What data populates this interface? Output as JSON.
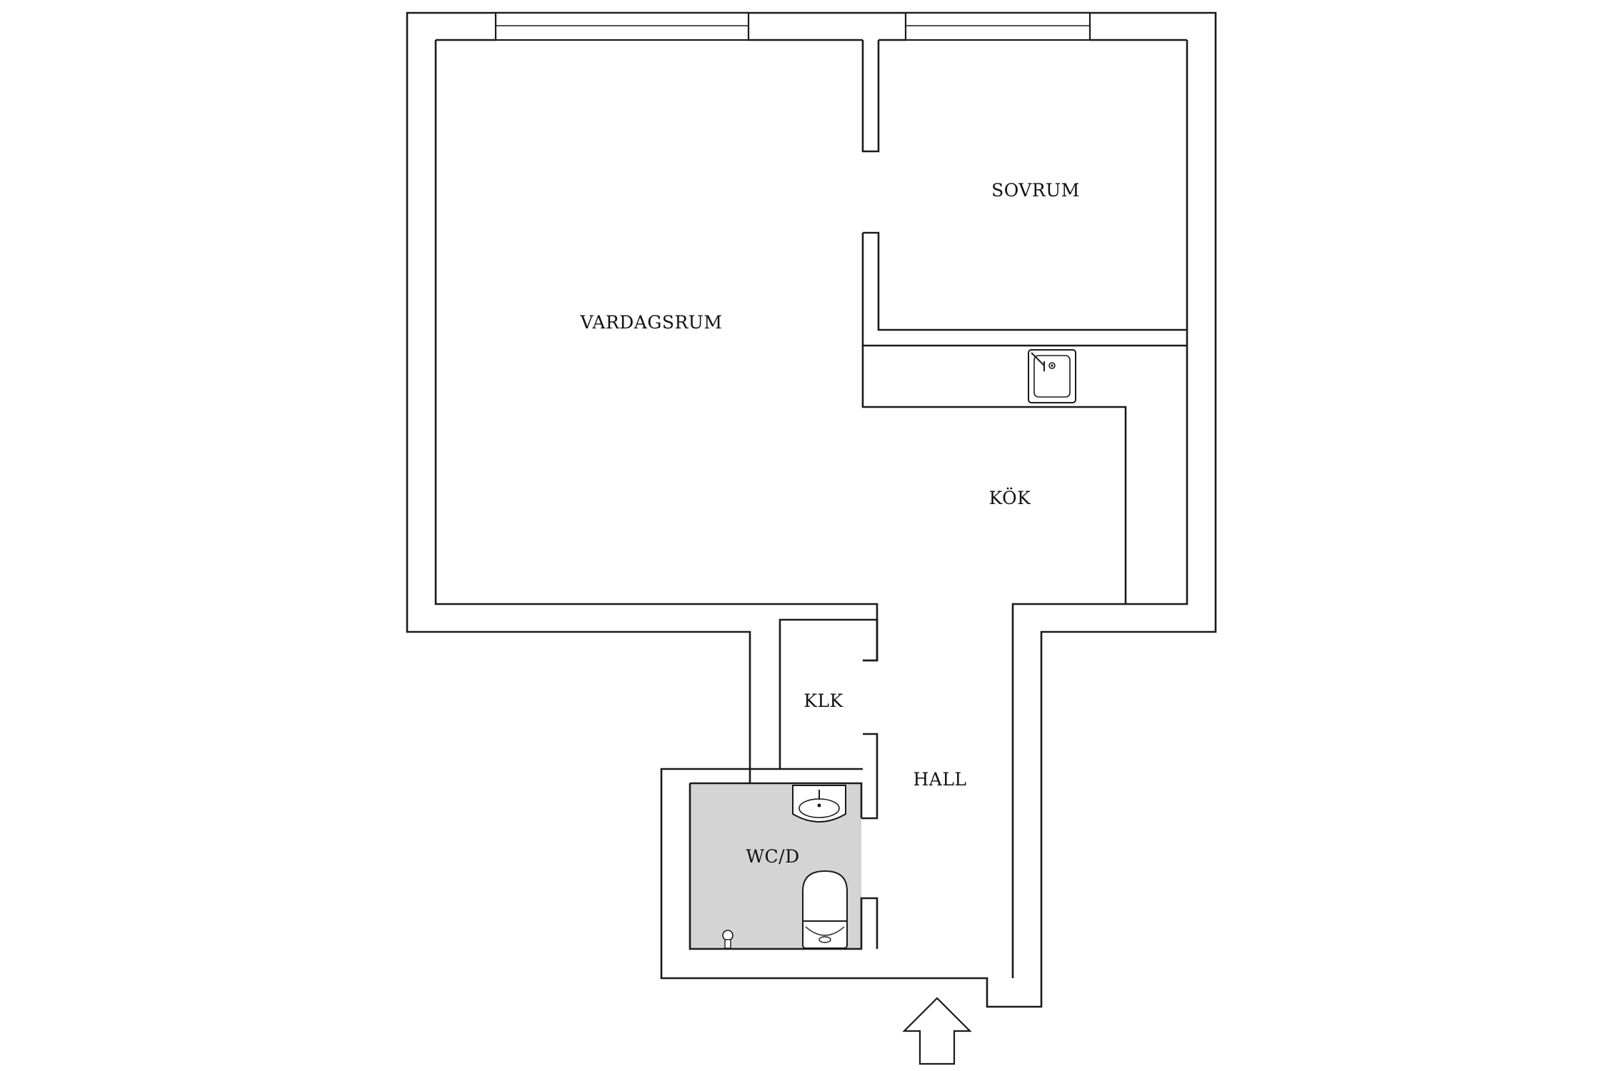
{
  "rooms": {
    "vardagsrum": "VARDAGSRUM",
    "sovrum": "SOVRUM",
    "kok": "KÖK",
    "klk": "KLK",
    "hall": "HALL",
    "wcd": "WC/D"
  },
  "colors": {
    "wall": "#1a1a1a",
    "bathroom_floor": "#d4d4d4",
    "background": "#ffffff"
  },
  "icons": {
    "sink": "kitchen-sink-icon",
    "basin": "wash-basin-icon",
    "toilet": "toilet-icon",
    "drain": "floor-drain-icon",
    "entrance": "entrance-arrow-icon"
  }
}
